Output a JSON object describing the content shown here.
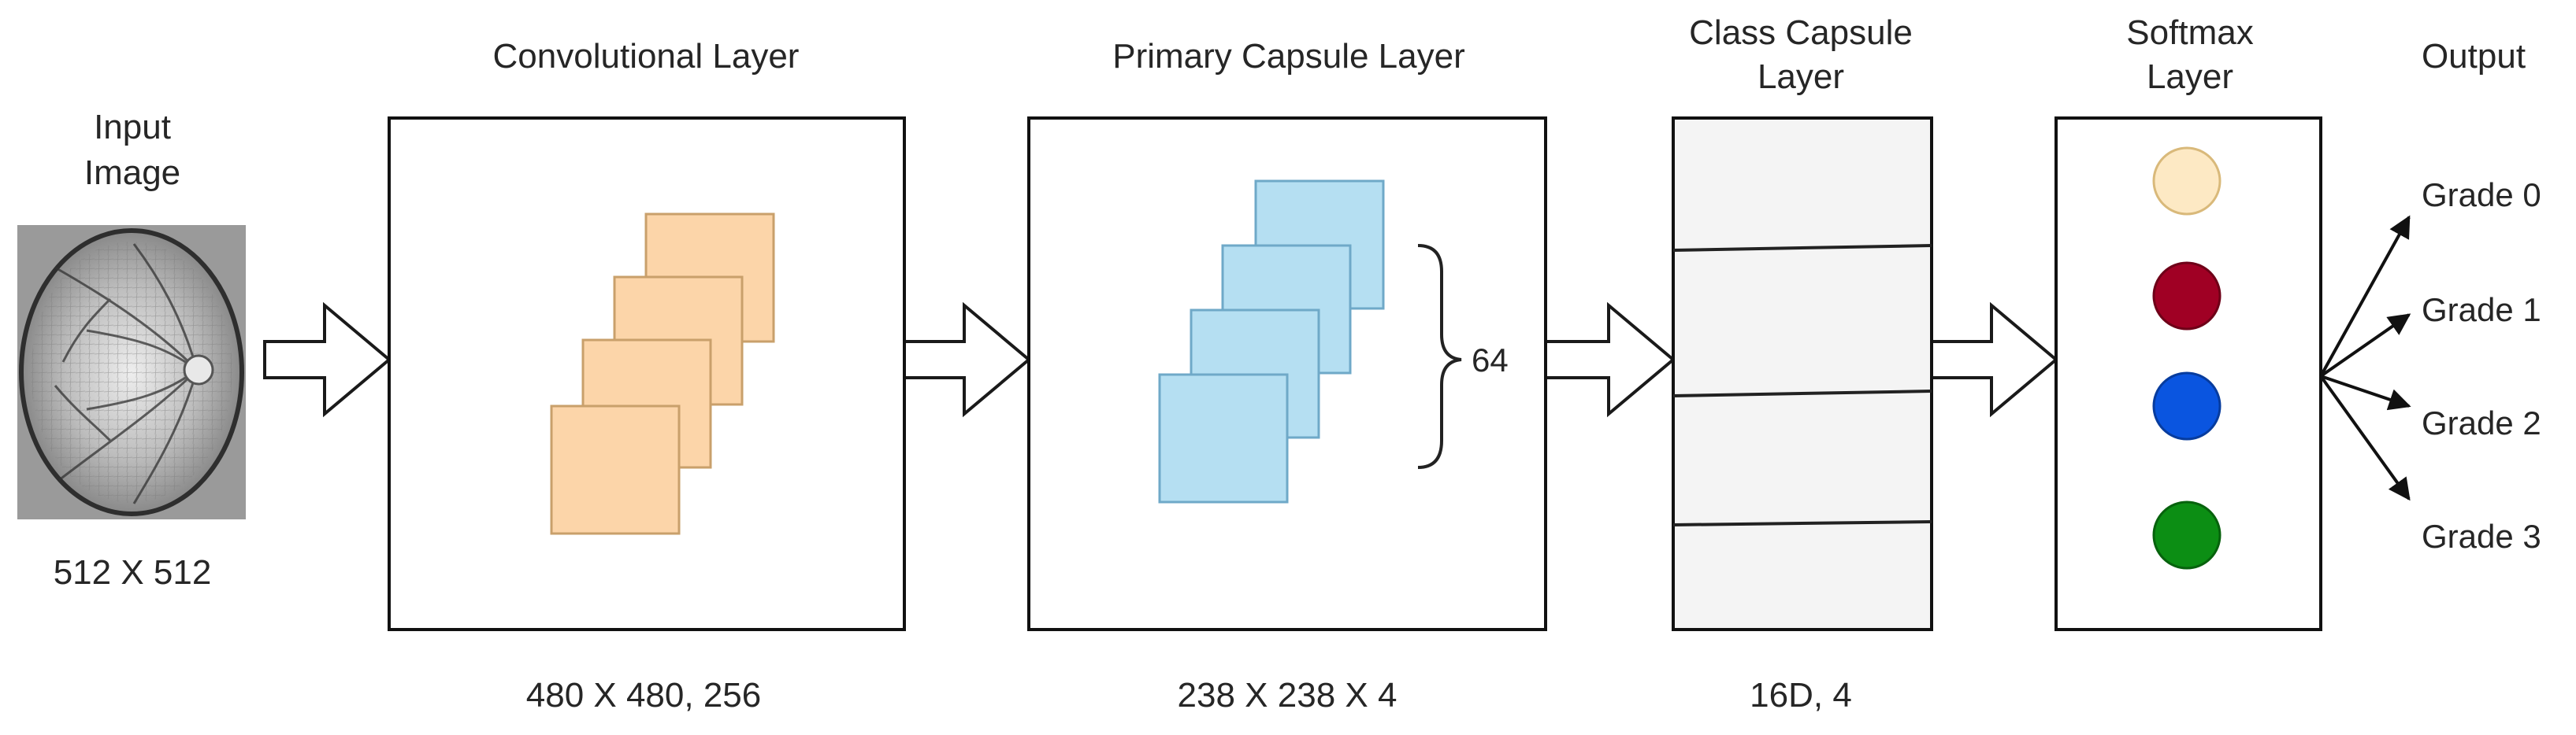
{
  "input": {
    "title_lines": [
      "Input",
      "Image"
    ],
    "size": "512 X 512"
  },
  "conv": {
    "title": "Convolutional Layer",
    "dims": "480 X 480, 256"
  },
  "primary": {
    "title": "Primary Capsule Layer",
    "dims": "238 X 238 X 4",
    "count": "64"
  },
  "class_caps": {
    "title_lines": [
      "Class Capsule",
      "Layer"
    ],
    "dims": "16D, 4"
  },
  "softmax": {
    "title_lines": [
      "Softmax",
      "Layer"
    ]
  },
  "output": {
    "title": "Output",
    "grades": [
      "Grade 0",
      "Grade 1",
      "Grade 2",
      "Grade 3"
    ]
  },
  "colors": {
    "conv_fill": "#fcd5a9",
    "conv_stroke": "#c9a06b",
    "caps_fill": "#b5dff2",
    "caps_stroke": "#6fa9c8",
    "class_fill": "#f4f4f4",
    "grade_0": "#fde9c4",
    "grade_1": "#a00024",
    "grade_2": "#0a55e0",
    "grade_3": "#0c8e14"
  }
}
